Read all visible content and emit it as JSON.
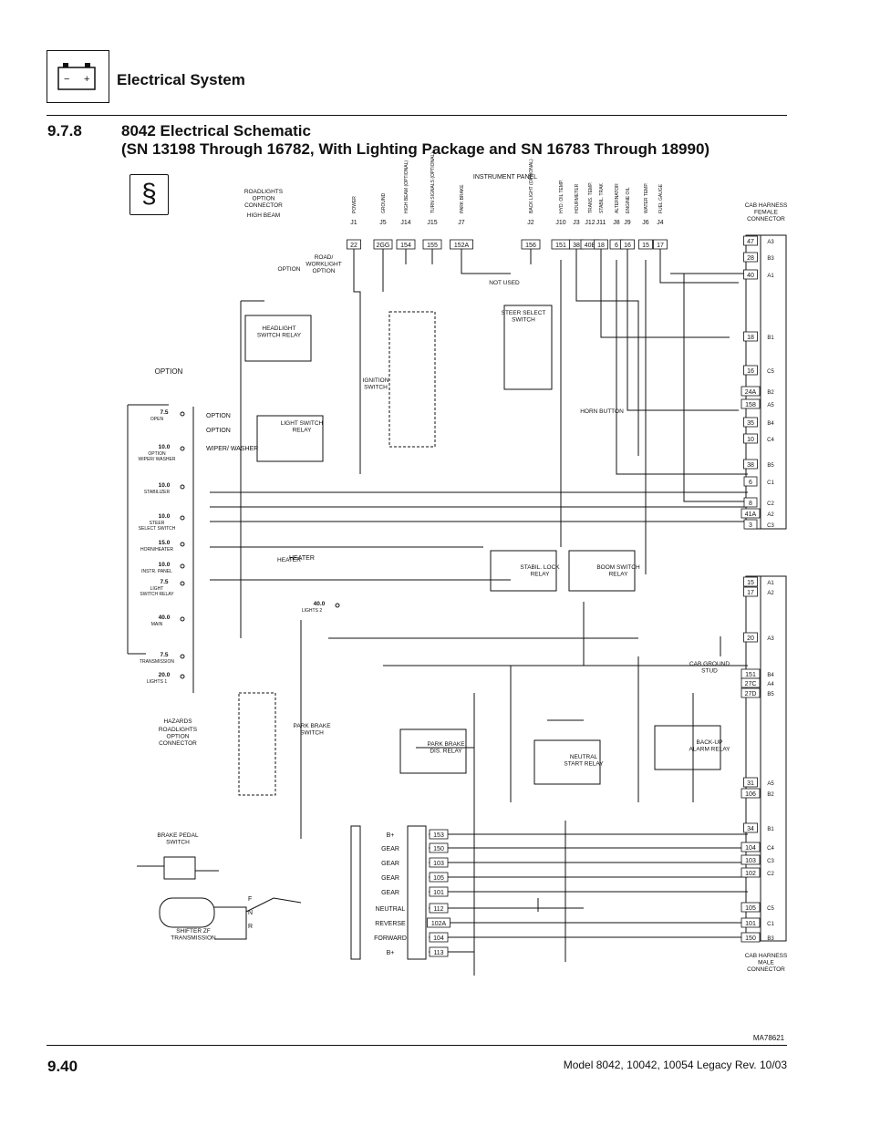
{
  "header": {
    "title": "Electrical System",
    "battery_icon": "battery-icon",
    "battery_minus": "−",
    "battery_plus": "+"
  },
  "section": {
    "number": "9.7.8",
    "title_line1": "8042 Electrical Schematic",
    "title_line2": "(SN 13198 Through 16782, With Lighting Package and SN 16783 Through 18990)",
    "legal_symbol": "§"
  },
  "diagram": {
    "instrument_panel_label": "INSTRUMENT PANEL",
    "instrument_cols": [
      {
        "text": "POWER",
        "jack": "J1",
        "wire": "22"
      },
      {
        "text": "GROUND",
        "jack": "J5",
        "wire": "2GG"
      },
      {
        "text": "HIGH BEAM (OPTIONAL)",
        "jack": "J14",
        "wire": "154"
      },
      {
        "text": "TURN SIGNALS (OPTIONAL)",
        "jack": "J15",
        "wire": "155"
      },
      {
        "text": "PARK BRAKE",
        "jack": "J7",
        "wire": "152A"
      },
      {
        "text": "BACK LIGHT (OPTIONAL)",
        "jack": "J2",
        "wire": "156"
      },
      {
        "text": "HYD. OIL TEMP.",
        "jack": "J10",
        "wire": "151"
      },
      {
        "text": "HOURMETER",
        "jack": "J3",
        "wire": "38"
      },
      {
        "text": "TRANS. TEMP.",
        "jack": "J12",
        "wire": "40B"
      },
      {
        "text": "STABIL. TRAK",
        "jack": "J11",
        "wire": "18"
      },
      {
        "text": "ALTERNATOR",
        "jack": "J8",
        "wire": "6"
      },
      {
        "text": "ENGINE OIL",
        "jack": "J9",
        "wire": "16"
      },
      {
        "text": "WATER TEMP.",
        "jack": "J6",
        "wire": "15"
      },
      {
        "text": "FUEL GAUGE",
        "jack": "J4",
        "wire": "17"
      }
    ],
    "component_labels": [
      "ROADLIGHTS OPTION CONNECTOR",
      "HIGH BEAM",
      "ROAD/ WORKLIGHT OPTION",
      "OPTION",
      "HEADLIGHT SWITCH RELAY",
      "LIGHT SWITCH RELAY",
      "IGNITION SWITCH",
      "STEER SELECT SWITCH",
      "HORN BUTTON",
      "NOT USED",
      "STABIL. LOCK RELAY",
      "BOOM SWITCH RELAY",
      "HEATER",
      "PARK BRAKE SWITCH",
      "PARK BRAKE DIS. RELAY",
      "NEUTRAL START RELAY",
      "BACK-UP ALARM RELAY",
      "CAB GROUND STUD",
      "BRAKE PEDAL SWITCH",
      "SHIFTER ZF TRANSMISSION",
      "HAZARDS",
      "ROADLIGHTS OPTION CONNECTOR",
      "CAB HARNESS FEMALE CONNECTOR",
      "CAB HARNESS MALE CONNECTOR"
    ],
    "fuses": [
      {
        "amps": "7.5",
        "name": "OPEN"
      },
      {
        "amps": "10.0",
        "name": "OPTION WIPER/ WASHER"
      },
      {
        "amps": "10.0",
        "name": "STABILIZER"
      },
      {
        "amps": "10.0",
        "name": "STEER SELECT SWITCH"
      },
      {
        "amps": "15.0",
        "name": "HORN/HEATER"
      },
      {
        "amps": "10.0",
        "name": "INSTR. PANEL"
      },
      {
        "amps": "7.5",
        "name": "LIGHT SWITCH RELAY"
      },
      {
        "amps": "40.0",
        "name": "MAIN"
      },
      {
        "amps": "7.5",
        "name": "TRANSMISSION"
      },
      {
        "amps": "20.0",
        "name": "LIGHTS 1"
      },
      {
        "amps": "40.0",
        "name": "LIGHTS 2"
      }
    ],
    "fuse_right_labels": [
      "OPTION",
      "OPTION",
      "WIPER/ WASHER",
      "HEATER"
    ],
    "female_pins": [
      {
        "wire": "47",
        "pin": "A3"
      },
      {
        "wire": "28",
        "pin": "B3"
      },
      {
        "wire": "40",
        "pin": "A1"
      },
      {
        "wire": "18",
        "pin": "B1"
      },
      {
        "wire": "16",
        "pin": "C5"
      },
      {
        "wire": "24A",
        "pin": "B2"
      },
      {
        "wire": "158",
        "pin": "A5"
      },
      {
        "wire": "35",
        "pin": "B4"
      },
      {
        "wire": "10",
        "pin": "C4"
      },
      {
        "wire": "38",
        "pin": "B5"
      },
      {
        "wire": "6",
        "pin": "C1"
      },
      {
        "wire": "8",
        "pin": "C2"
      },
      {
        "wire": "41A",
        "pin": "A2"
      },
      {
        "wire": "3",
        "pin": "C3"
      }
    ],
    "male_pins": [
      {
        "wire": "15",
        "pin": "A1"
      },
      {
        "wire": "17",
        "pin": "A2"
      },
      {
        "wire": "20",
        "pin": "A3"
      },
      {
        "wire": "151",
        "pin": "B4"
      },
      {
        "wire": "27C",
        "pin": "A4"
      },
      {
        "wire": "27D",
        "pin": "B5"
      },
      {
        "wire": "31",
        "pin": "A5"
      },
      {
        "wire": "106",
        "pin": "B2"
      },
      {
        "wire": "34",
        "pin": "B1"
      },
      {
        "wire": "104",
        "pin": "C4"
      },
      {
        "wire": "103",
        "pin": "C3"
      },
      {
        "wire": "102",
        "pin": "C2"
      },
      {
        "wire": "105",
        "pin": "C5"
      },
      {
        "wire": "101",
        "pin": "C1"
      },
      {
        "wire": "150",
        "pin": "B3"
      }
    ],
    "shifter_outputs": [
      {
        "label": "B+",
        "wire": "153"
      },
      {
        "label": "GEAR",
        "wire": "150"
      },
      {
        "label": "GEAR",
        "wire": "103"
      },
      {
        "label": "GEAR",
        "wire": "105"
      },
      {
        "label": "GEAR",
        "wire": "101"
      },
      {
        "label": "NEUTRAL",
        "wire": "112"
      },
      {
        "label": "REVERSE",
        "wire": "102A"
      },
      {
        "label": "FORWARD",
        "wire": "104"
      },
      {
        "label": "B+",
        "wire": "113"
      }
    ],
    "shifter_positions": [
      "F",
      "N",
      "R"
    ],
    "figure_id": "MA78621"
  },
  "footer": {
    "page_number": "9.40",
    "model_text": "Model  8042, 10042, 10054 Legacy    Rev.  10/03"
  }
}
